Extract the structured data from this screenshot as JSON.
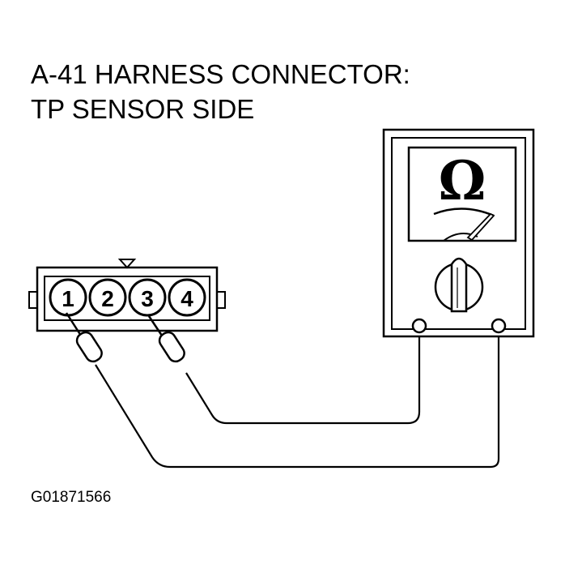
{
  "title": {
    "line1": "A-41 HARNESS CONNECTOR:",
    "line2": "TP SENSOR SIDE"
  },
  "connector": {
    "pins": [
      "1",
      "2",
      "3",
      "4"
    ],
    "probed_pins": [
      "1",
      "3"
    ]
  },
  "meter": {
    "symbol": "Ω",
    "dial_icon": "selector-knob-icon"
  },
  "figure_id": "G01871566"
}
